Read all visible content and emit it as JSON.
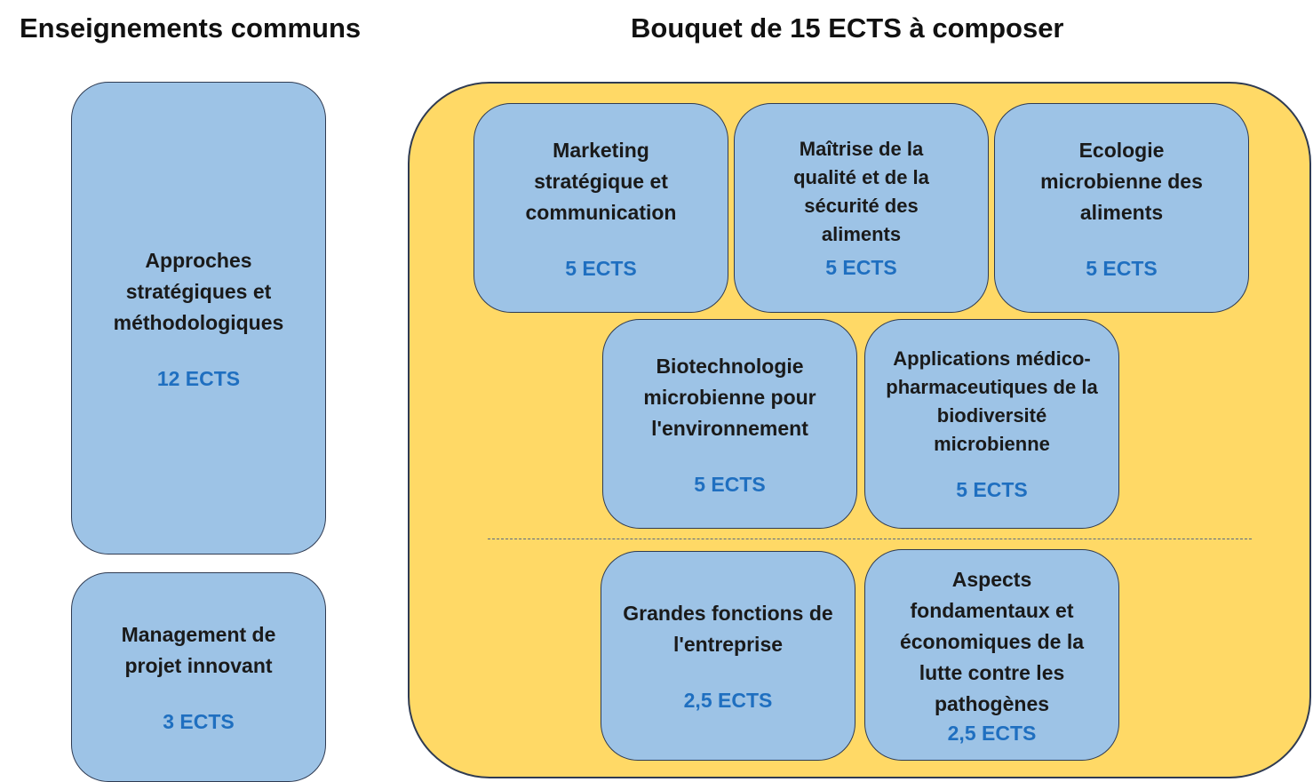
{
  "headings": {
    "common": "Enseignements communs",
    "bouquet": "Bouquet de 15 ECTS à composer"
  },
  "common": [
    {
      "title": "Approches stratégiques et méthodologiques",
      "ects": "12 ECTS"
    },
    {
      "title": "Management de projet innovant",
      "ects": "3 ECTS"
    }
  ],
  "bouquet": [
    {
      "title": "Marketing stratégique et communication",
      "ects": "5 ECTS"
    },
    {
      "title": "Maîtrise de la qualité et de la sécurité des aliments",
      "ects": "5 ECTS"
    },
    {
      "title": "Ecologie microbienne des aliments",
      "ects": "5 ECTS"
    },
    {
      "title": "Biotechnologie microbienne pour l'environnement",
      "ects": "5 ECTS"
    },
    {
      "title": "Applications médico-pharmaceutiques de la biodiversité microbienne",
      "ects": "5 ECTS"
    },
    {
      "title": "Grandes fonctions de l'entreprise",
      "ects": "2,5 ECTS"
    },
    {
      "title": "Aspects fondamentaux et économiques de la lutte contre les pathogènes",
      "ects": "2,5 ECTS"
    }
  ],
  "colors": {
    "box_fill": "#9dc3e6",
    "panel_fill": "#ffd966",
    "ects_text": "#1f6fc0"
  }
}
